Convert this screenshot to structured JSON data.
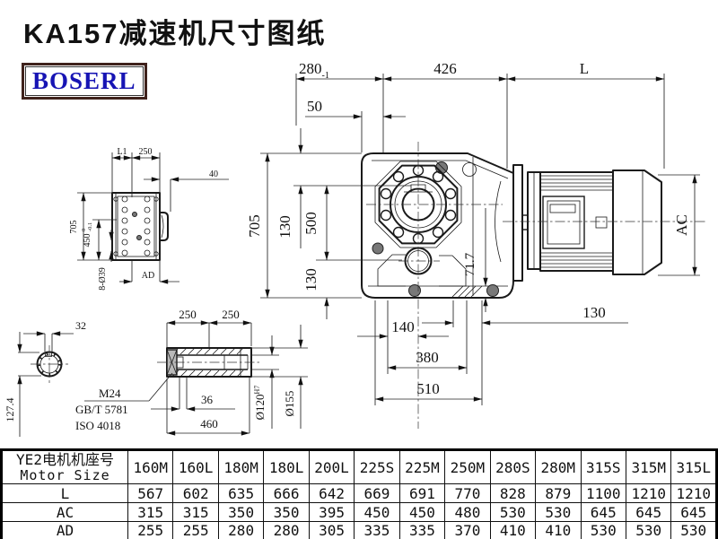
{
  "title": "KA157减速机尺寸图纸",
  "logo_text": "BOSERL",
  "colors": {
    "line": "#1a1a1a",
    "logo_text": "#1714b4",
    "logo_border": "#3f221c"
  },
  "drawing": {
    "top_dims": {
      "width_280": "280",
      "width_280_tol": "-1",
      "width_426": "426",
      "motor_length": "L",
      "offset_50": "50"
    },
    "front_view_dims": {
      "height_705": "705",
      "top_130": "130",
      "span_500": "500",
      "bottom_130": "130",
      "foot_71_7": "71.7",
      "base_140": "140",
      "base_right_130": "130",
      "base_380": "380",
      "base_510": "510"
    },
    "motor_dims": {
      "diameter_AC": "AC"
    },
    "side_view_dims": {
      "l1": "L1",
      "d250": "250",
      "d40": "40",
      "d705": "705",
      "d450": "450",
      "d450_tol_hi": "0",
      "d450_tol_lo": "-0.1",
      "holes": "8-Ø39",
      "dAD": "AD"
    },
    "shaft_end_dims": {
      "d32": "32",
      "d127_4": "127.4",
      "thread": "M24",
      "std_gb": "GB/T 5781",
      "std_iso": "ISO 4018"
    },
    "hollow_shaft_dims": {
      "d250_left": "250",
      "d250_right": "250",
      "d36": "36",
      "d460": "460",
      "bore": "Ø120",
      "bore_fit": "H7",
      "od": "Ø155"
    }
  },
  "table": {
    "header_cn": "YE2电机机座号",
    "header_en": "Motor Size",
    "columns": [
      "160M",
      "160L",
      "180M",
      "180L",
      "200L",
      "225S",
      "225M",
      "250M",
      "280S",
      "280M",
      "315S",
      "315M",
      "315L"
    ],
    "rows": [
      {
        "label": "L",
        "values": [
          "567",
          "602",
          "635",
          "666",
          "642",
          "669",
          "691",
          "770",
          "828",
          "879",
          "1100",
          "1210",
          "1210"
        ]
      },
      {
        "label": "AC",
        "values": [
          "315",
          "315",
          "350",
          "350",
          "395",
          "450",
          "450",
          "480",
          "530",
          "530",
          "645",
          "645",
          "645"
        ]
      },
      {
        "label": "AD",
        "values": [
          "255",
          "255",
          "280",
          "280",
          "305",
          "335",
          "335",
          "370",
          "410",
          "410",
          "530",
          "530",
          "530"
        ]
      }
    ]
  }
}
